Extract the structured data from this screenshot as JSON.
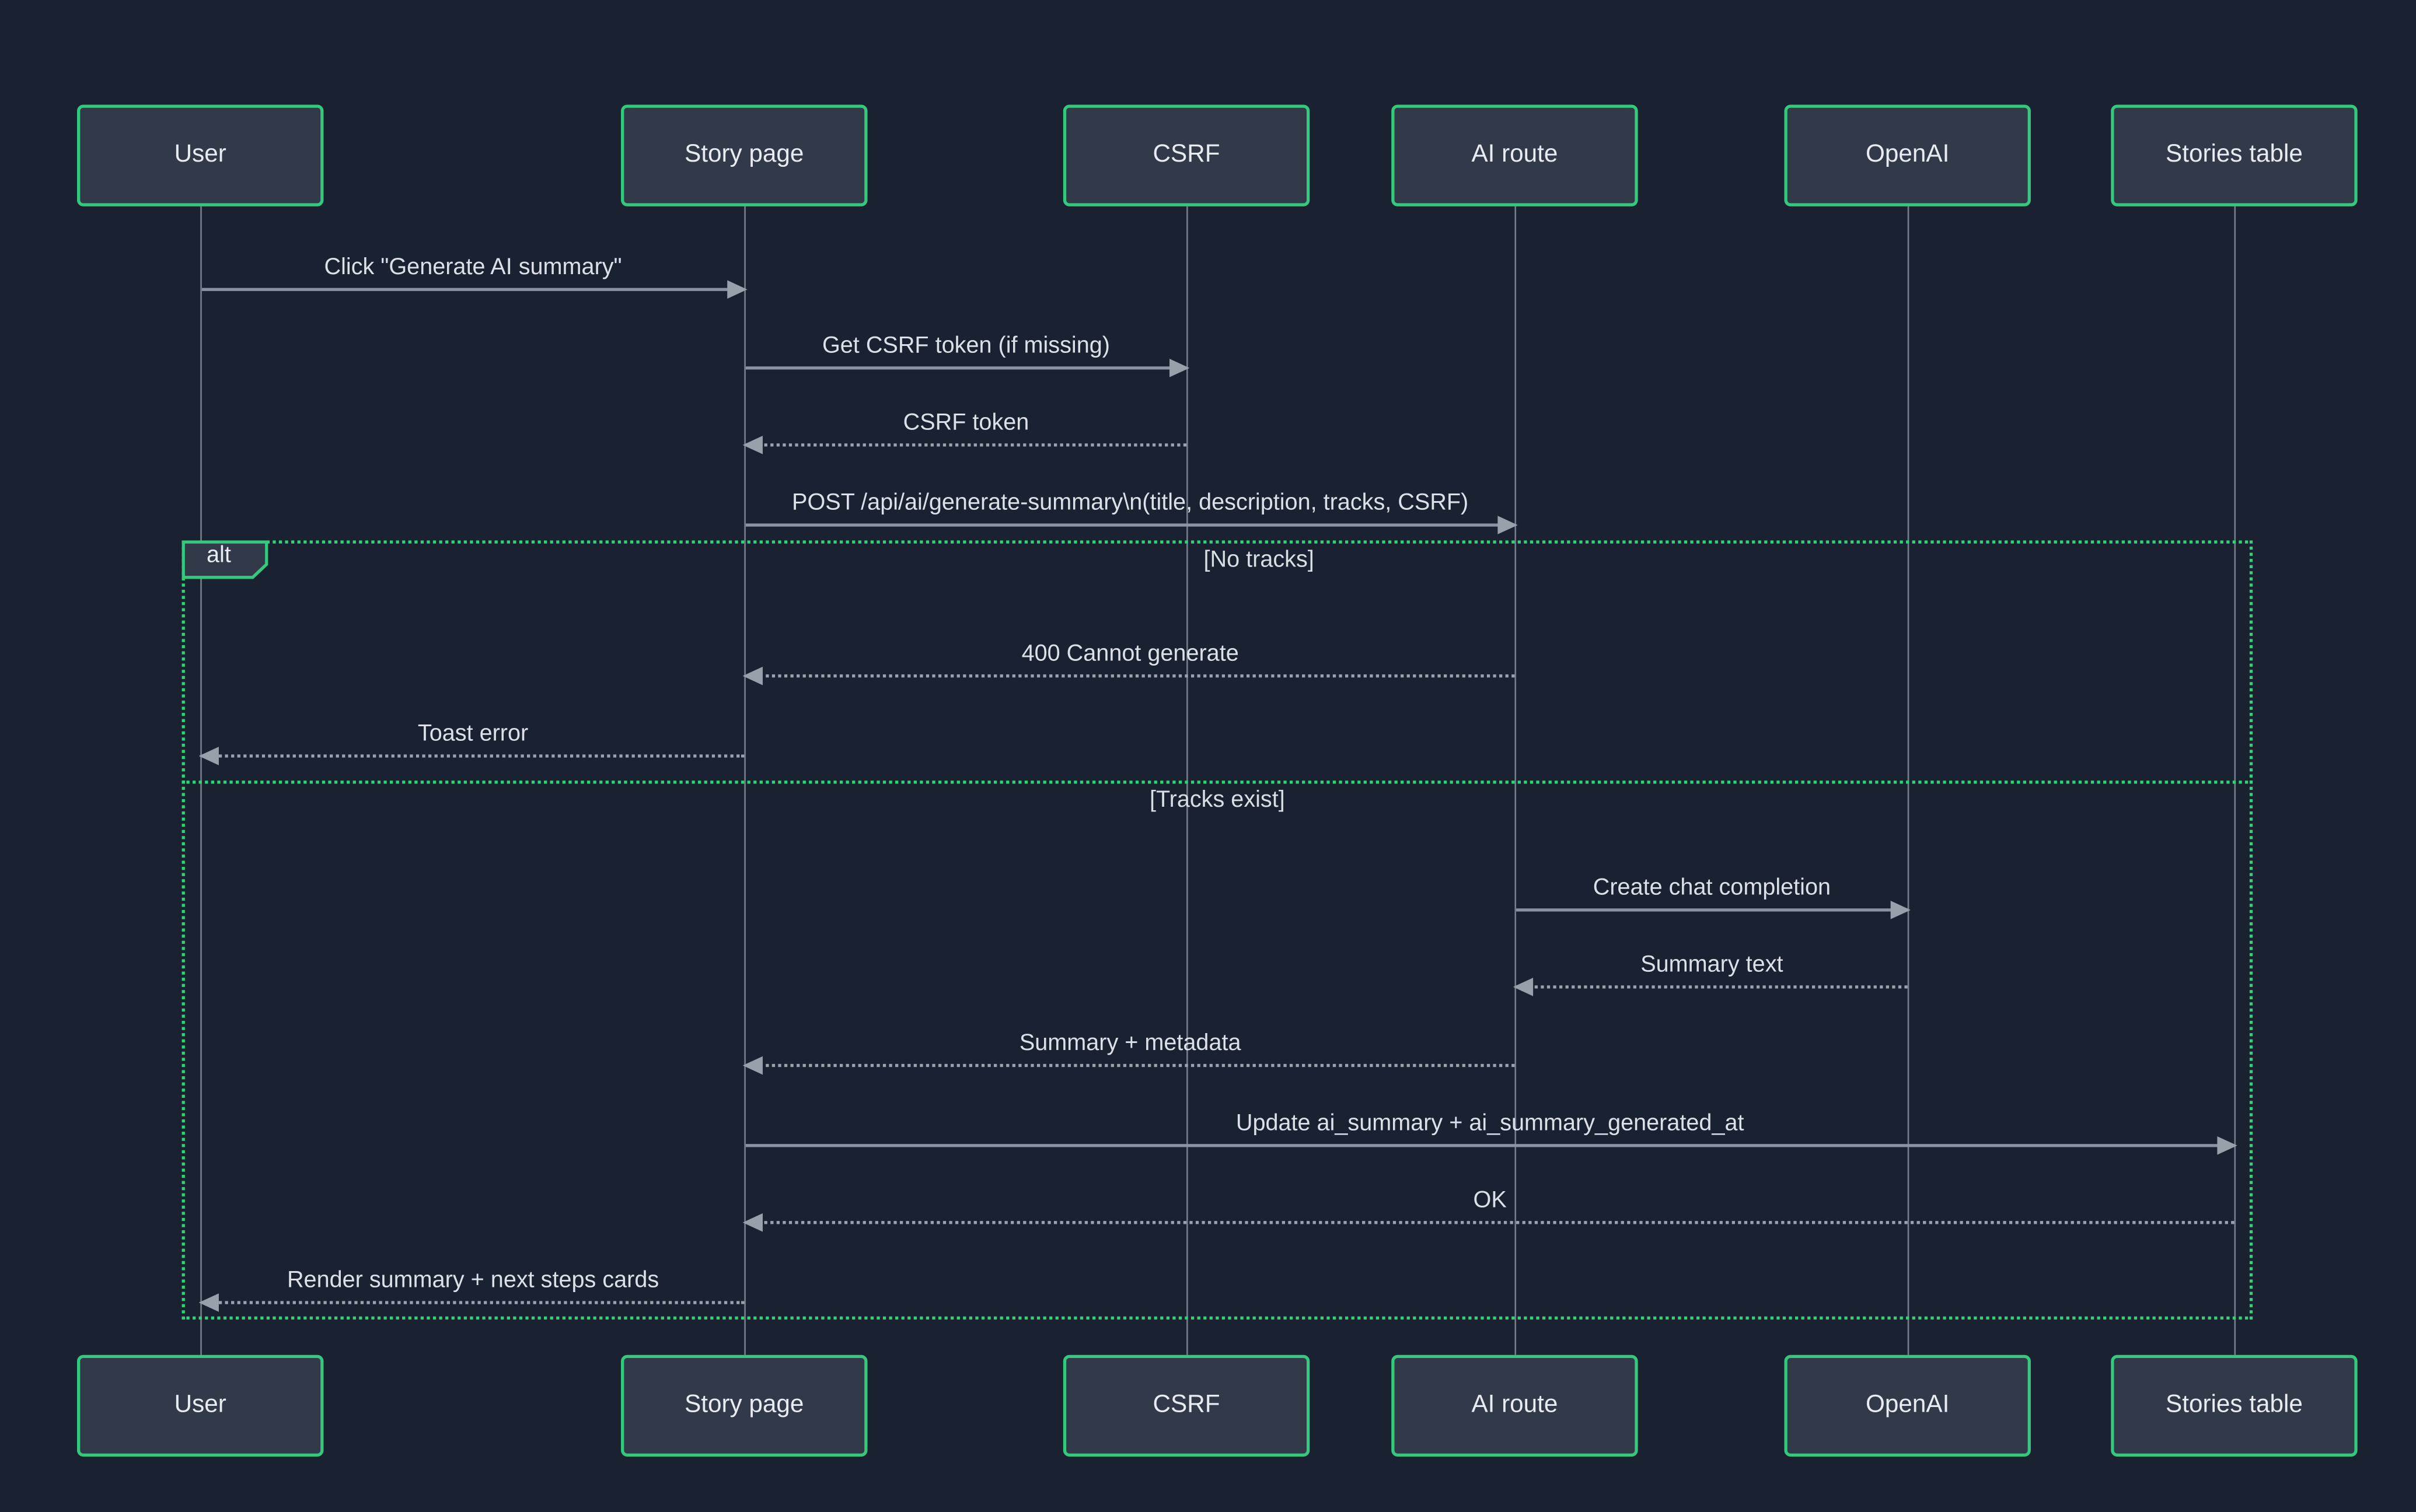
{
  "diagram": {
    "type": "sequence-diagram",
    "actors": [
      {
        "id": "user",
        "label": "User"
      },
      {
        "id": "story-page",
        "label": "Story page"
      },
      {
        "id": "csrf",
        "label": "CSRF"
      },
      {
        "id": "ai-route",
        "label": "AI route"
      },
      {
        "id": "openai",
        "label": "OpenAI"
      },
      {
        "id": "stories-table",
        "label": "Stories table"
      }
    ],
    "messages": [
      {
        "from": "User",
        "to": "Story page",
        "label": "Click \"Generate AI summary\"",
        "style": "solid"
      },
      {
        "from": "Story page",
        "to": "CSRF",
        "label": "Get CSRF token (if missing)",
        "style": "solid"
      },
      {
        "from": "CSRF",
        "to": "Story page",
        "label": "CSRF token",
        "style": "dotted"
      },
      {
        "from": "Story page",
        "to": "AI route",
        "label": "POST /api/ai/generate-summary\\n(title, description, tracks, CSRF)",
        "style": "solid"
      },
      {
        "from": "AI route",
        "to": "Story page",
        "label": "400 Cannot generate",
        "style": "dotted"
      },
      {
        "from": "Story page",
        "to": "User",
        "label": "Toast error",
        "style": "dotted"
      },
      {
        "from": "AI route",
        "to": "OpenAI",
        "label": "Create chat completion",
        "style": "solid"
      },
      {
        "from": "OpenAI",
        "to": "AI route",
        "label": "Summary text",
        "style": "dotted"
      },
      {
        "from": "AI route",
        "to": "Story page",
        "label": "Summary + metadata",
        "style": "dotted"
      },
      {
        "from": "Story page",
        "to": "Stories table",
        "label": "Update ai_summary + ai_summary_generated_at",
        "style": "solid"
      },
      {
        "from": "Stories table",
        "to": "Story page",
        "label": "OK",
        "style": "dotted"
      },
      {
        "from": "Story page",
        "to": "User",
        "label": "Render summary + next steps cards",
        "style": "dotted"
      }
    ],
    "frame": {
      "label": "alt",
      "sections": [
        {
          "guard": "[No tracks]"
        },
        {
          "guard": "[Tracks exist]"
        }
      ]
    },
    "colors": {
      "background": "#1a2130",
      "actor_fill": "#323a4a",
      "actor_border": "#35c97d",
      "frame_border": "#2ed573",
      "text": "#e8ebf1",
      "arrow_line": "#8b93a0",
      "arrow_head": "#98a0ac"
    }
  }
}
